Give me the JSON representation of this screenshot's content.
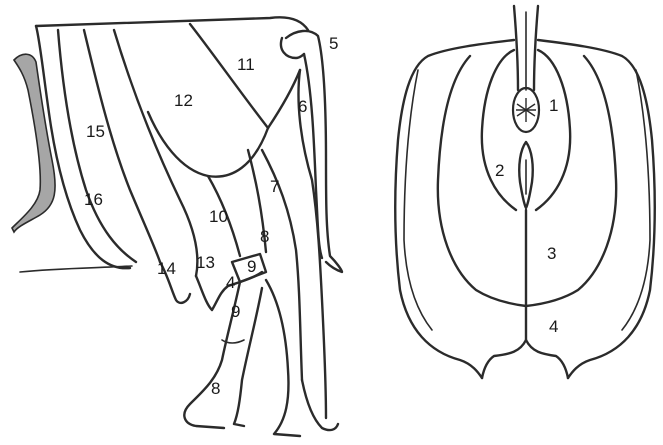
{
  "lateral_view": {
    "regions": [
      {
        "id": "5",
        "label": "5"
      },
      {
        "id": "6",
        "label": "6"
      },
      {
        "id": "7",
        "label": "7"
      },
      {
        "id": "8a",
        "label": "8"
      },
      {
        "id": "8b",
        "label": "8"
      },
      {
        "id": "9a",
        "label": "9"
      },
      {
        "id": "9b",
        "label": "9"
      },
      {
        "id": "10",
        "label": "10"
      },
      {
        "id": "11",
        "label": "11"
      },
      {
        "id": "12",
        "label": "12"
      },
      {
        "id": "13",
        "label": "13"
      },
      {
        "id": "4",
        "label": "4"
      },
      {
        "id": "14",
        "label": "14"
      },
      {
        "id": "15",
        "label": "15"
      },
      {
        "id": "16",
        "label": "16"
      }
    ],
    "tail_shading_color": "#a6a6a6"
  },
  "caudal_view": {
    "regions": [
      {
        "id": "1",
        "label": "1"
      },
      {
        "id": "2",
        "label": "2"
      },
      {
        "id": "3",
        "label": "3"
      },
      {
        "id": "4",
        "label": "4"
      }
    ]
  },
  "line_color": "#2b2b2b"
}
